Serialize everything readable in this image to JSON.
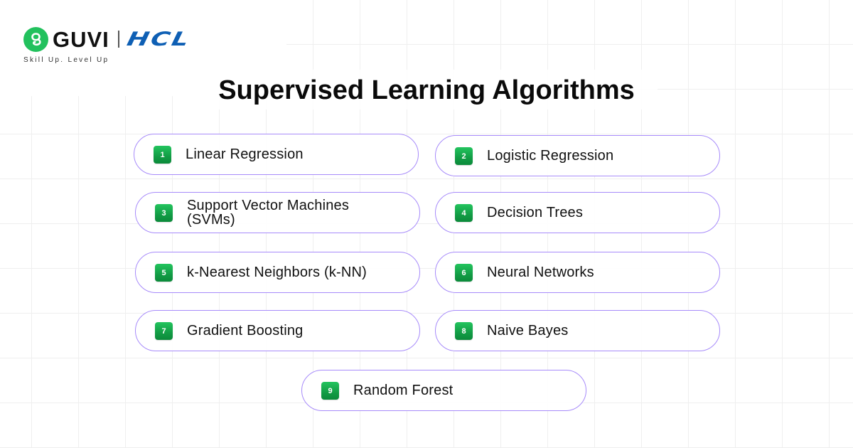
{
  "brand": {
    "primary_logo": "GUVI",
    "partner_logo": "HCL",
    "tagline": "Skill Up. Level Up",
    "colors": {
      "guvi_green": "#22c15d",
      "hcl_blue": "#0e5fb4"
    }
  },
  "title": "Supervised Learning Algorithms",
  "style": {
    "pill_border": "#a78bfa",
    "badge_green_top": "#23c45e",
    "badge_green_bottom": "#0b8a3a",
    "grid_line": "#efefef"
  },
  "algorithms": [
    {
      "number": "1",
      "label": "Linear Regression"
    },
    {
      "number": "2",
      "label": "Logistic Regression"
    },
    {
      "number": "3",
      "label": "Support Vector Machines (SVMs)"
    },
    {
      "number": "4",
      "label": "Decision Trees"
    },
    {
      "number": "5",
      "label": "k-Nearest Neighbors (k-NN)"
    },
    {
      "number": "6",
      "label": "Neural Networks"
    },
    {
      "number": "7",
      "label": "Gradient Boosting"
    },
    {
      "number": "8",
      "label": "Naive Bayes"
    },
    {
      "number": "9",
      "label": "Random Forest"
    }
  ]
}
